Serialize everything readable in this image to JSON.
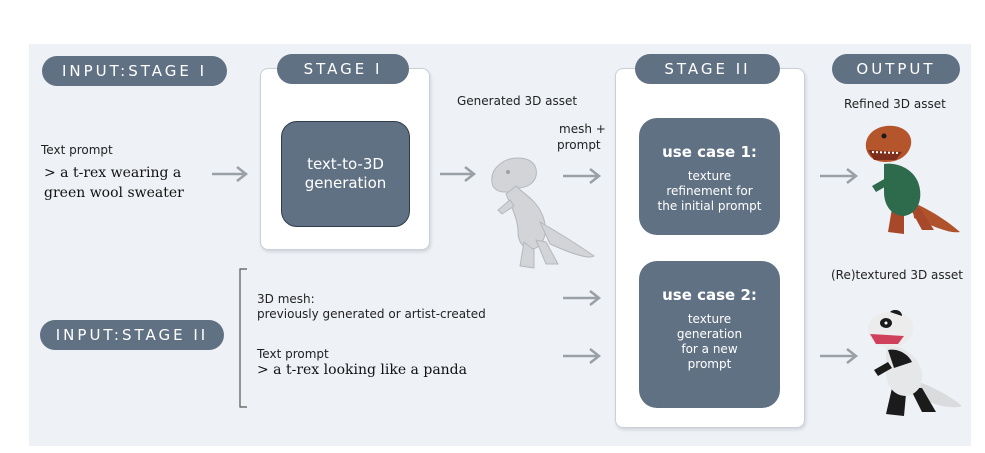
{
  "labels": {
    "input_stage1": "INPUT:STAGE I",
    "stage1": "STAGE I",
    "stage2": "STAGE II",
    "output": "OUTPUT",
    "input_stage2": "INPUT:STAGE II"
  },
  "stage1_input": {
    "heading": "Text prompt",
    "prompt_line1": "> a t-rex wearing a",
    "prompt_line2": "green wool sweater"
  },
  "stage1_box": {
    "line1": "text-to-3D",
    "line2": "generation"
  },
  "generated": {
    "caption": "Generated 3D asset",
    "mesh_label_line1": "mesh +",
    "mesh_label_line2": "prompt"
  },
  "use_case1": {
    "title": "use case 1:",
    "desc_line1": "texture",
    "desc_line2": "refinement for",
    "desc_line3": "the initial prompt"
  },
  "use_case2": {
    "title": "use case 2:",
    "desc_line1": "texture",
    "desc_line2": "generation",
    "desc_line3": "for a new",
    "desc_line4": "prompt"
  },
  "outputs": {
    "refined": "Refined 3D asset",
    "retextured": "(Re)textured 3D asset"
  },
  "stage2_input": {
    "mesh_heading": "3D mesh:",
    "mesh_desc": "previously generated or artist-created",
    "prompt_heading": "Text prompt",
    "prompt": "> a t-rex looking like a panda"
  },
  "colors": {
    "pill": "#617184",
    "canvas": "#eef2f6",
    "arrow": "#9aa0a6"
  }
}
